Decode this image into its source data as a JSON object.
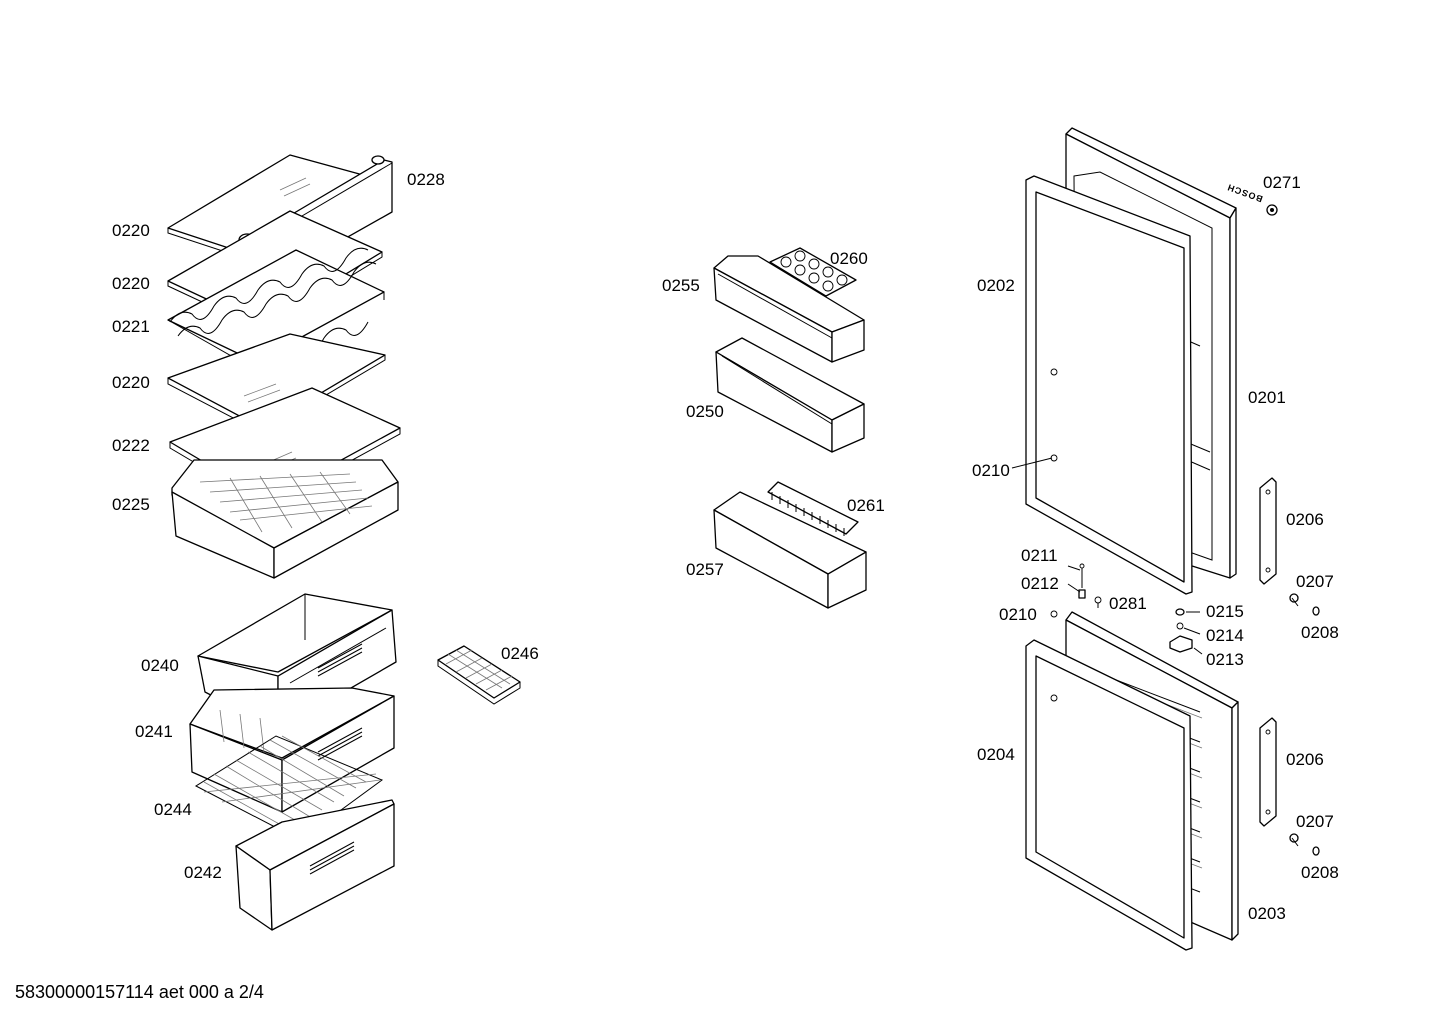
{
  "brand": {
    "logo_text": "BOSCH"
  },
  "footer": {
    "code": "58300000157114 aet 000 a 2/4"
  },
  "parts": {
    "p0228": "0228",
    "p0220a": "0220",
    "p0220b": "0220",
    "p0221": "0221",
    "p0220c": "0220",
    "p0222": "0222",
    "p0225": "0225",
    "p0240": "0240",
    "p0241": "0241",
    "p0244": "0244",
    "p0242": "0242",
    "p0246": "0246",
    "p0260": "0260",
    "p0255": "0255",
    "p0250": "0250",
    "p0261": "0261",
    "p0257": "0257",
    "p0271": "0271",
    "p0202": "0202",
    "p0201": "0201",
    "p0210a": "0210",
    "p0206a": "0206",
    "p0211": "0211",
    "p0212": "0212",
    "p0281": "0281",
    "p0207a": "0207",
    "p0210b": "0210",
    "p0215": "0215",
    "p0208a": "0208",
    "p0214": "0214",
    "p0213": "0213",
    "p0204": "0204",
    "p0206b": "0206",
    "p0207b": "0207",
    "p0208b": "0208",
    "p0203": "0203"
  }
}
